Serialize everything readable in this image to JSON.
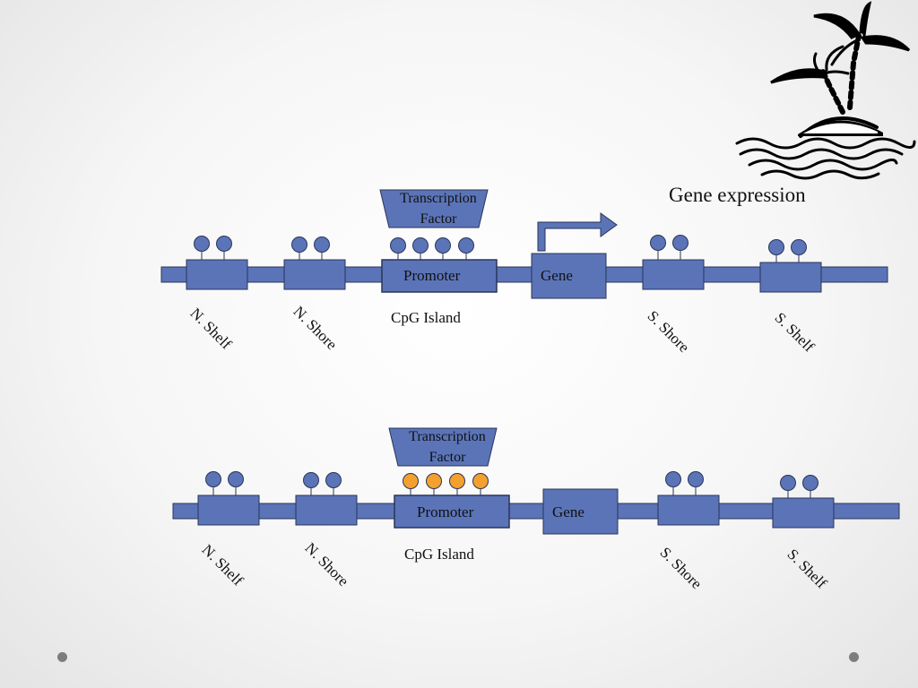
{
  "title": "Gene expression",
  "colors": {
    "box_fill": "#5b74b8",
    "box_stroke": "#2a3558",
    "methyl_orange": "#f4a02f",
    "background": "#f4f4f4"
  },
  "icons": [
    "palm-island-icon",
    "transcription-arrow-icon"
  ],
  "labels": {
    "n_shelf": "N. Shelf",
    "n_shore": "N. Shore",
    "s_shore": "S. Shore",
    "s_shelf": "S. Shelf",
    "cpg_island": "CpG Island",
    "promoter": "Promoter",
    "gene": "Gene",
    "tf_line1": "Transcription",
    "tf_line2": "Factor"
  },
  "rows": [
    {
      "state": "expressed",
      "cpg_methylated": false,
      "arrow_shown": true
    },
    {
      "state": "silenced",
      "cpg_methylated": true,
      "arrow_shown": false
    }
  ]
}
